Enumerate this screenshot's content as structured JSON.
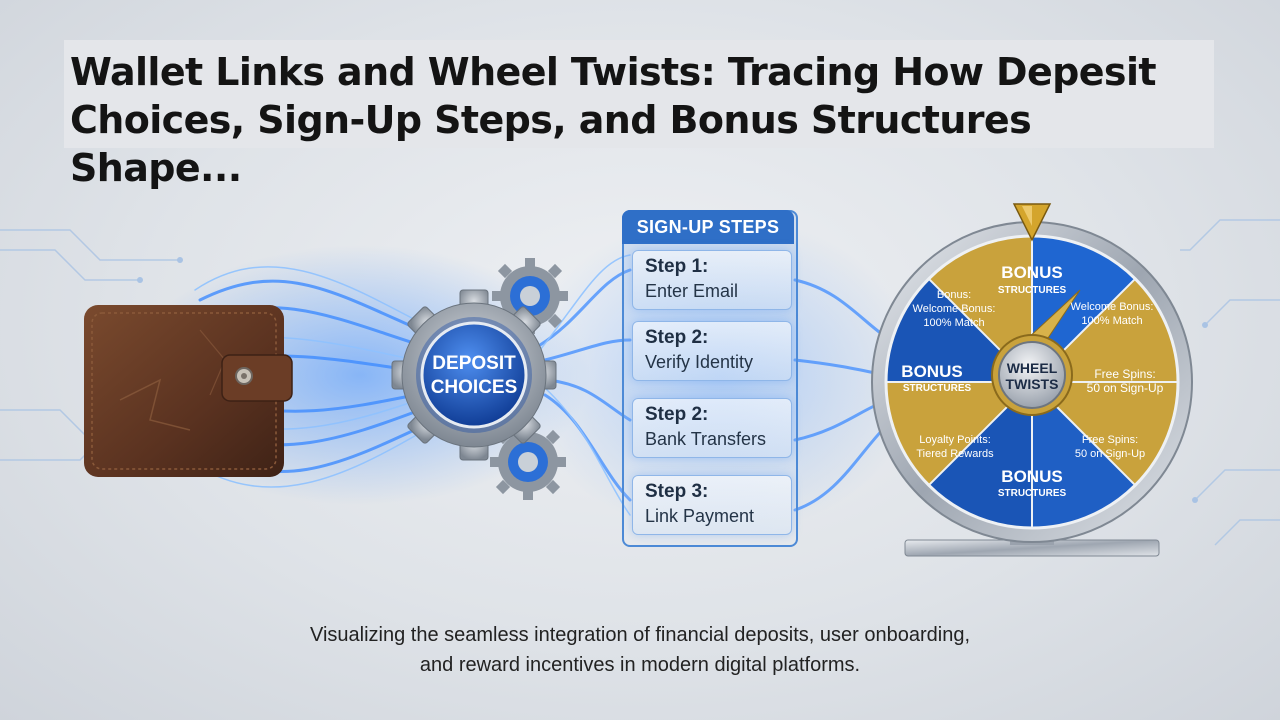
{
  "title": "Wallet Links and Wheel Twists: Tracing How Depesit Choices, Sign-Up Steps, and Bonus Structures Shape...",
  "wallet": {
    "icon": "wallet-icon"
  },
  "gear": {
    "label_line1": "DEPOSIT",
    "label_line2": "CHOICES",
    "icon": "gear-icon"
  },
  "signup": {
    "header": "SIGN-UP STEPS",
    "steps": [
      {
        "num": "Step 1:",
        "label": "Enter Email"
      },
      {
        "num": "Step 2:",
        "label": "Verify Identity"
      },
      {
        "num": "Step 2:",
        "label": "Bank Transfers"
      },
      {
        "num": "Step 3:",
        "label": "Link Payment"
      }
    ]
  },
  "wheel": {
    "hub_line1": "WHEEL",
    "hub_line2": "TWISTS",
    "segments": {
      "top_big": "BONUS",
      "top_small": "STRUCTURES",
      "upper_left_1": "Bonus:",
      "upper_left_2": "Welcome Bonus:",
      "upper_left_3": "100% Match",
      "upper_right_1": "Welcome Bonus:",
      "upper_right_2": "100% Match",
      "left_big": "BONUS",
      "left_small": "STRUCTURES",
      "right_1": "Free Spins:",
      "right_2": "50 on Sign-Up",
      "lower_left_1": "Loyalty Points:",
      "lower_left_2": "Tiered Rewards",
      "lower_right_1": "Free Spins:",
      "lower_right_2": "50 on Sign-Up",
      "bottom_big": "BONUS",
      "bottom_small": "STRUCTURES"
    },
    "colors": {
      "gold": "#c9a23c",
      "blue": "#1f5fc4",
      "rim": "#b9c0c8"
    }
  },
  "caption": {
    "line1": "Visualizing the seamless integration of financial deposits, user onboarding,",
    "line2": "and reward incentives in modern digital platforms."
  }
}
